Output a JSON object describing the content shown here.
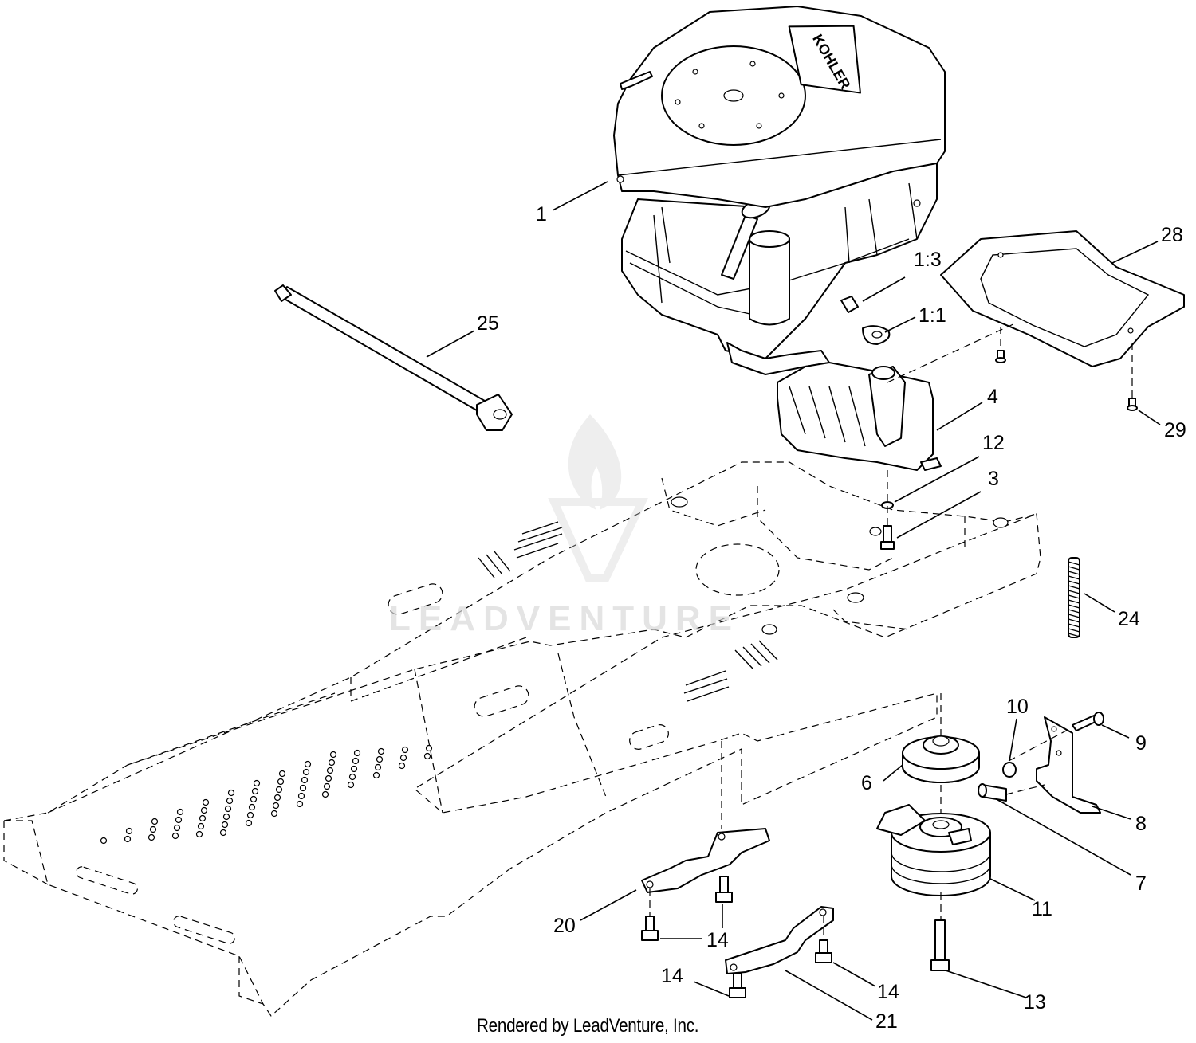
{
  "brand_label": "KOHLER",
  "watermark": "LEADVENTURE",
  "footer": "Rendered by LeadVenture, Inc.",
  "callouts": {
    "c1": "1",
    "c1_3": "1:3",
    "c1_1": "1:1",
    "c28": "28",
    "c25": "25",
    "c4": "4",
    "c29": "29",
    "c12": "12",
    "c3": "3",
    "c24": "24",
    "c10": "10",
    "c9": "9",
    "c6": "6",
    "c8": "8",
    "c7": "7",
    "c11": "11",
    "c20": "20",
    "c14a": "14",
    "c14b": "14",
    "c14c": "14",
    "c13": "13",
    "c21": "21"
  }
}
